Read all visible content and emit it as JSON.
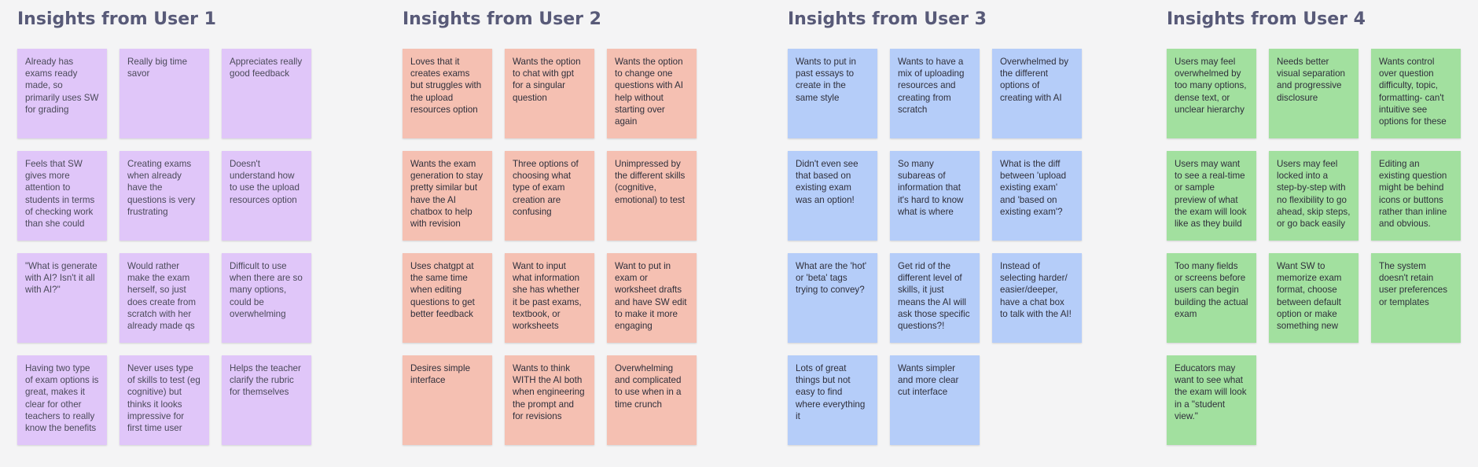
{
  "groups": [
    {
      "title": "Insights from User 1",
      "color": "#e0c6f9",
      "notes": [
        "Already has exams ready made, so primarily uses SW for grading",
        "Really big time savor",
        "Appreciates really good feedback",
        "Feels that SW gives more attention to students in terms of checking work than she could",
        "Creating exams when already have the questions is very frustrating",
        "Doesn't understand how to use the upload resources option",
        "\"What is generate with AI? Isn't it all with AI?\"",
        "Would rather make the exam herself, so just does create from scratch with her already made qs",
        "Difficult to use when there are so many options, could be overwhelming",
        "Having two type of exam options is great, makes it clear for other teachers to really know the benefits",
        "Never uses type of skills to test (eg cognitive) but thinks it looks impressive for first time user",
        "Helps the teacher clarify the rubric for themselves"
      ]
    },
    {
      "title": "Insights from User 2",
      "color": "#f5c0b2",
      "notes": [
        "Loves that it creates exams but struggles with the upload resources option",
        "Wants the option to chat with gpt for a singular question",
        "Wants the option to change one questions with AI help without starting over again",
        "Wants the exam generation to stay pretty similar but have the AI chatbox to help with revision",
        "Three options of choosing what type of exam creation are confusing",
        "Unimpressed by the different skills (cognitive, emotional) to test",
        "Uses chatgpt at the same time when editing questions to get better feedback",
        "Want to input what information she has whether it be past exams, textbook, or worksheets",
        "Want to put in exam or worksheet drafts and have SW edit to make it more engaging",
        "Desires simple interface",
        "Wants to think WITH the AI both when engineering the prompt and for revisions",
        "Overwhelming and complicated to use when in a time crunch"
      ]
    },
    {
      "title": "Insights from User 3",
      "color": "#b5cdf9",
      "notes": [
        "Wants to put in past essays to create in the same style",
        "Wants to have a mix of uploading resources and creating from scratch",
        "Overwhelmed by the different options of creating with AI",
        "Didn't even see that based on existing exam was an option!",
        "So many subareas of information that it's hard to know what is where",
        "What is the diff between 'upload existing exam' and 'based on existing exam'?",
        "What are the 'hot' or 'beta' tags trying to convey?",
        "Get rid of the different level of skills, it just means the AI will ask those specific questions?!",
        "Instead of selecting harder/ easier/deeper, have a chat box to talk with the AI!",
        "Lots of great things but not easy to find where everything it",
        "Wants simpler and more clear cut interface",
        ""
      ]
    },
    {
      "title": "Insights from User 4",
      "color": "#a2e09f",
      "notes": [
        "Users may feel overwhelmed by too many options, dense text, or unclear hierarchy",
        "Needs better visual separation and progressive disclosure",
        "Wants control over question difficulty, topic, formatting- can't intuitive see options for these",
        "Users may want to see a real-time or sample preview of what the exam will look like as they build",
        "Users may feel locked into a step-by-step with no flexibility to go ahead, skip steps, or go back easily",
        "Editing an existing question might be behind icons or buttons rather than inline and obvious.",
        "Too many fields or screens before users can begin building the actual exam",
        "Want SW to memorize exam format, choose between default option or make something new",
        "The system doesn't retain user preferences or templates",
        "Educators may want to see what the exam will look in a \"student view.\"",
        "",
        ""
      ]
    }
  ]
}
